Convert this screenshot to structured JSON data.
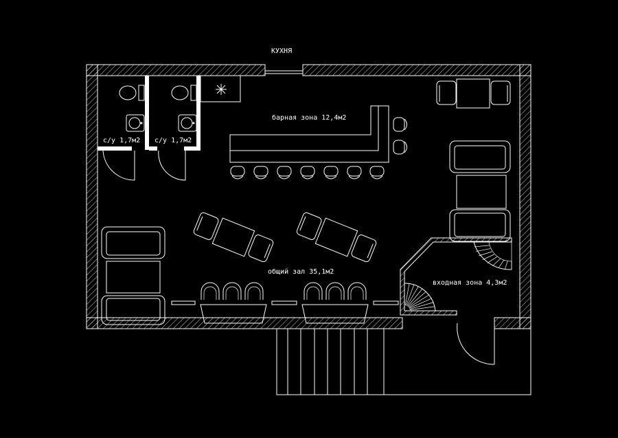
{
  "plan": {
    "kitchen_label": "КУХНЯ",
    "rooms": {
      "wc1": "с/у 1,7м2",
      "wc2": "с/у 1,7м2",
      "bar_zone": "барная зона 12,4м2",
      "main_hall": "общий зал 35,1м2",
      "entrance_zone": "входная зона 4,3м2"
    },
    "colors": {
      "background": "#000000",
      "lines": "#ffffff"
    },
    "icons": [
      "toilet-icon",
      "sink-icon",
      "snowflake-icon",
      "door-swing-icon",
      "spiral-stair-icon"
    ]
  }
}
